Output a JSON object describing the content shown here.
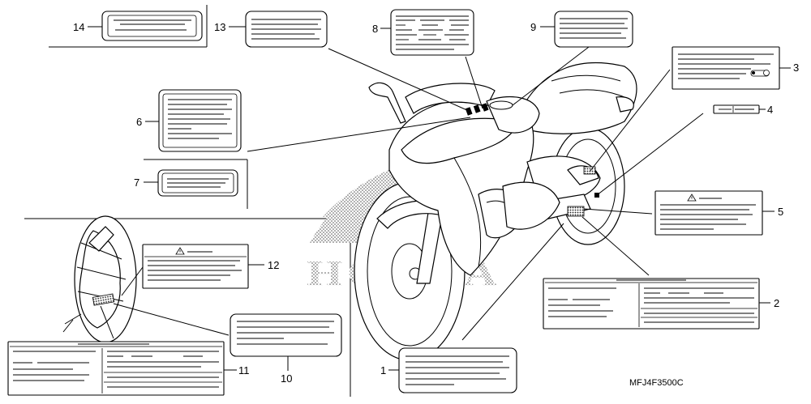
{
  "diagram_code": "MFJ4F3500C",
  "callouts": [
    {
      "id": "1",
      "text": "1"
    },
    {
      "id": "2",
      "text": "2"
    },
    {
      "id": "3",
      "text": "3"
    },
    {
      "id": "4",
      "text": "4"
    },
    {
      "id": "5",
      "text": "5"
    },
    {
      "id": "6",
      "text": "6"
    },
    {
      "id": "7",
      "text": "7"
    },
    {
      "id": "8",
      "text": "8"
    },
    {
      "id": "9",
      "text": "9"
    },
    {
      "id": "10",
      "text": "10"
    },
    {
      "id": "11",
      "text": "11"
    },
    {
      "id": "12",
      "text": "12"
    },
    {
      "id": "13",
      "text": "13"
    },
    {
      "id": "14",
      "text": "14"
    }
  ],
  "background_logo_text": "HONDA",
  "icons": {
    "warning": "warning-triangle-icon",
    "bike": "motorcycle-illustration"
  }
}
